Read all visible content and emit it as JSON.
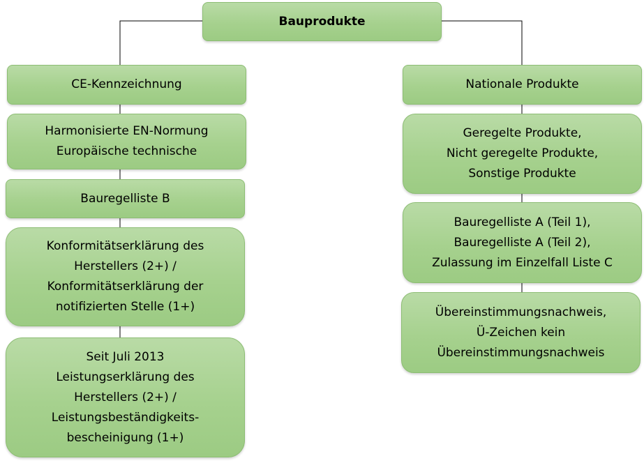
{
  "root": {
    "label": "Bauprodukte"
  },
  "left": {
    "header": "CE-Kennzeichnung",
    "boxes": [
      {
        "lines": [
          "Harmonisierte EN-Normung",
          "Europäische technische"
        ]
      },
      {
        "lines": [
          "Bauregelliste B"
        ]
      },
      {
        "lines": [
          "Konformitätserklärung des",
          "Herstellers (2+) /",
          "Konformitätserklärung der",
          "notifizierten Stelle (1+)"
        ]
      },
      {
        "lines": [
          "Seit Juli 2013",
          "Leistungserklärung des",
          "Herstellers (2+) /",
          "Leistungsbeständigkeits-",
          "bescheinigung (1+)"
        ]
      }
    ]
  },
  "right": {
    "header": "Nationale Produkte",
    "boxes": [
      {
        "lines": [
          "Geregelte Produkte,",
          "Nicht geregelte Produkte,",
          "Sonstige Produkte"
        ]
      },
      {
        "lines": [
          "Bauregelliste A (Teil 1),",
          "Bauregelliste A (Teil 2),",
          "Zulassung im Einzelfall Liste C"
        ]
      },
      {
        "lines": [
          "Übereinstimmungsnachweis,",
          "Ü-Zeichen kein",
          "Übereinstimmungsnachweis"
        ]
      }
    ]
  }
}
